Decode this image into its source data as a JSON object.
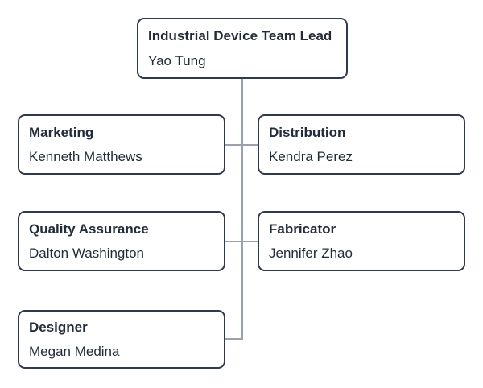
{
  "diagram": {
    "type": "org-chart",
    "nodes": {
      "lead": {
        "title": "Industrial Device Team Lead",
        "name": "Yao Tung"
      },
      "marketing": {
        "title": "Marketing",
        "name": "Kenneth Matthews"
      },
      "distribution": {
        "title": "Distribution",
        "name": "Kendra Perez"
      },
      "qa": {
        "title": "Quality Assurance",
        "name": "Dalton Washington"
      },
      "fabricator": {
        "title": "Fabricator",
        "name": "Jennifer Zhao"
      },
      "designer": {
        "title": "Designer",
        "name": "Megan Medina"
      }
    },
    "edges": [
      {
        "from": "lead",
        "to": "marketing"
      },
      {
        "from": "lead",
        "to": "distribution"
      },
      {
        "from": "lead",
        "to": "qa"
      },
      {
        "from": "lead",
        "to": "fabricator"
      },
      {
        "from": "lead",
        "to": "designer"
      }
    ],
    "colors": {
      "node_border": "#2e3a4e",
      "node_text": "#222c3a",
      "connector": "#9aa1ad",
      "background": "#ffffff"
    }
  }
}
